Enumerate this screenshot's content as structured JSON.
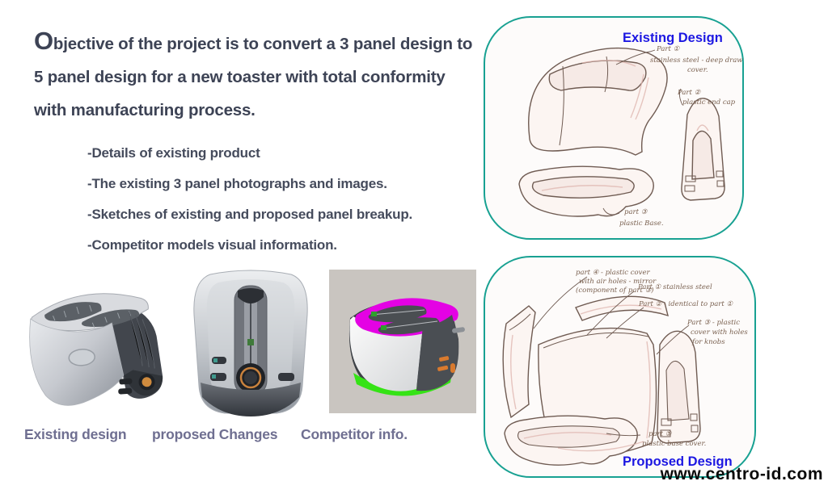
{
  "objective": {
    "lead": "O",
    "rest": "bjective of the project is to convert a 3 panel design to\n5 panel design for a new toaster with total conformity\nwith manufacturing process."
  },
  "bullets": [
    "-Details of existing product",
    "-The existing 3 panel photographs and images.",
    "-Sketches of existing and proposed panel breakup.",
    "-Competitor models visual information."
  ],
  "gallery": {
    "captions": [
      "Existing design",
      "proposed Changes",
      "Competitor info."
    ]
  },
  "panels": {
    "existing": {
      "title": "Existing Design",
      "annotations": [
        "Part ①",
        "stainless steel - deep draw",
        "cover.",
        "Part ②",
        "plastic end cap",
        "part ③",
        "plastic Base."
      ]
    },
    "proposed": {
      "title": "Proposed Design",
      "annotations": [
        "part ④ - plastic cover",
        "with air holes - mirror",
        "(component of part ③)",
        "Part ①   stainless steel",
        "Part ② - identical to part ①",
        "Part ③ - plastic",
        "cover with holes",
        "for knobs",
        "part ⑤",
        "plastic base cover."
      ]
    }
  },
  "footer": {
    "website": "www.centro-id.com"
  },
  "colors": {
    "accent_blue": "#1c17e2",
    "border_teal": "#18a192",
    "heading_text": "#3d4355",
    "caption_text": "#6f6f91",
    "highlight_magenta": "#e402e4",
    "highlight_green": "#35e315"
  }
}
